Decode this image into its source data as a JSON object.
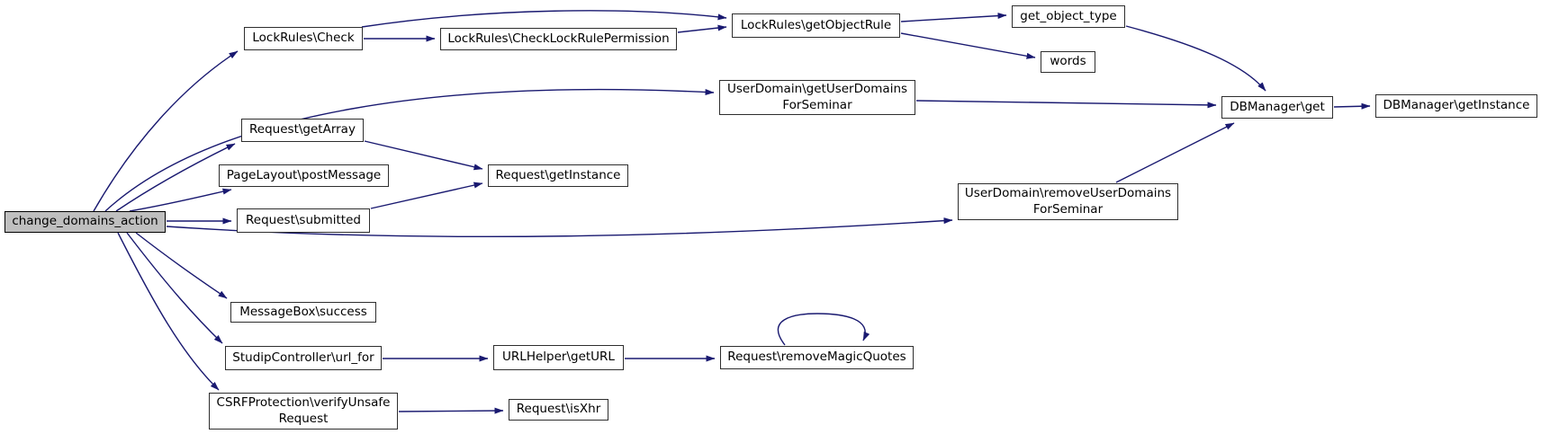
{
  "diagram": {
    "type": "call-graph",
    "root_function": "change_domains_action",
    "colors": {
      "edge": "#191970",
      "node_border": "#2e2e2e",
      "node_fill": "#ffffff",
      "root_fill": "#bfbfbf",
      "background": "#ffffff",
      "text": "#000000"
    },
    "nodes": [
      {
        "id": "change-domains-action",
        "lines": [
          "change_domains_action"
        ],
        "root": true
      },
      {
        "id": "lockrules-check",
        "lines": [
          "LockRules\\Check"
        ]
      },
      {
        "id": "lockrules-checklockrulepermission",
        "lines": [
          "LockRules\\CheckLockRulePermission"
        ]
      },
      {
        "id": "lockrules-getobjectrule",
        "lines": [
          "LockRules\\getObjectRule"
        ]
      },
      {
        "id": "get-object-type",
        "lines": [
          "get_object_type"
        ]
      },
      {
        "id": "words",
        "lines": [
          "words"
        ]
      },
      {
        "id": "userdomain-getuserdomainsforseminar",
        "lines": [
          "UserDomain\\getUserDomains",
          "ForSeminar"
        ]
      },
      {
        "id": "dbmanager-get",
        "lines": [
          "DBManager\\get"
        ]
      },
      {
        "id": "dbmanager-getinstance",
        "lines": [
          "DBManager\\getInstance"
        ]
      },
      {
        "id": "request-getarray",
        "lines": [
          "Request\\getArray"
        ]
      },
      {
        "id": "pagelayout-postmessage",
        "lines": [
          "PageLayout\\postMessage"
        ]
      },
      {
        "id": "request-getinstance",
        "lines": [
          "Request\\getInstance"
        ]
      },
      {
        "id": "request-submitted",
        "lines": [
          "Request\\submitted"
        ]
      },
      {
        "id": "userdomain-removeuserdomainsforseminar",
        "lines": [
          "UserDomain\\removeUserDomains",
          "ForSeminar"
        ]
      },
      {
        "id": "messagebox-success",
        "lines": [
          "MessageBox\\success"
        ]
      },
      {
        "id": "studipcontroller-url-for",
        "lines": [
          "StudipController\\url_for"
        ]
      },
      {
        "id": "urlhelper-geturl",
        "lines": [
          "URLHelper\\getURL"
        ]
      },
      {
        "id": "request-removemagicquotes",
        "lines": [
          "Request\\removeMagicQuotes"
        ]
      },
      {
        "id": "csrfprotection-verifyunsaferequest",
        "lines": [
          "CSRFProtection\\verifyUnsafe",
          "Request"
        ]
      },
      {
        "id": "request-isxhr",
        "lines": [
          "Request\\isXhr"
        ]
      }
    ],
    "edges": [
      {
        "from": "change-domains-action",
        "to": "lockrules-check"
      },
      {
        "from": "change-domains-action",
        "to": "userdomain-getuserdomainsforseminar"
      },
      {
        "from": "change-domains-action",
        "to": "request-getarray"
      },
      {
        "from": "change-domains-action",
        "to": "pagelayout-postmessage"
      },
      {
        "from": "change-domains-action",
        "to": "request-submitted"
      },
      {
        "from": "change-domains-action",
        "to": "userdomain-removeuserdomainsforseminar"
      },
      {
        "from": "change-domains-action",
        "to": "messagebox-success"
      },
      {
        "from": "change-domains-action",
        "to": "studipcontroller-url-for"
      },
      {
        "from": "change-domains-action",
        "to": "csrfprotection-verifyunsaferequest"
      },
      {
        "from": "lockrules-check",
        "to": "lockrules-getobjectrule"
      },
      {
        "from": "lockrules-check",
        "to": "lockrules-checklockrulepermission"
      },
      {
        "from": "lockrules-checklockrulepermission",
        "to": "lockrules-getobjectrule"
      },
      {
        "from": "lockrules-getobjectrule",
        "to": "get-object-type"
      },
      {
        "from": "lockrules-getobjectrule",
        "to": "words"
      },
      {
        "from": "get-object-type",
        "to": "dbmanager-get"
      },
      {
        "from": "userdomain-getuserdomainsforseminar",
        "to": "dbmanager-get"
      },
      {
        "from": "userdomain-removeuserdomainsforseminar",
        "to": "dbmanager-get"
      },
      {
        "from": "dbmanager-get",
        "to": "dbmanager-getinstance"
      },
      {
        "from": "request-getarray",
        "to": "request-getinstance"
      },
      {
        "from": "request-submitted",
        "to": "request-getinstance"
      },
      {
        "from": "studipcontroller-url-for",
        "to": "urlhelper-geturl"
      },
      {
        "from": "urlhelper-geturl",
        "to": "request-removemagicquotes"
      },
      {
        "from": "request-removemagicquotes",
        "to": "request-removemagicquotes"
      },
      {
        "from": "csrfprotection-verifyunsaferequest",
        "to": "request-isxhr"
      }
    ]
  }
}
